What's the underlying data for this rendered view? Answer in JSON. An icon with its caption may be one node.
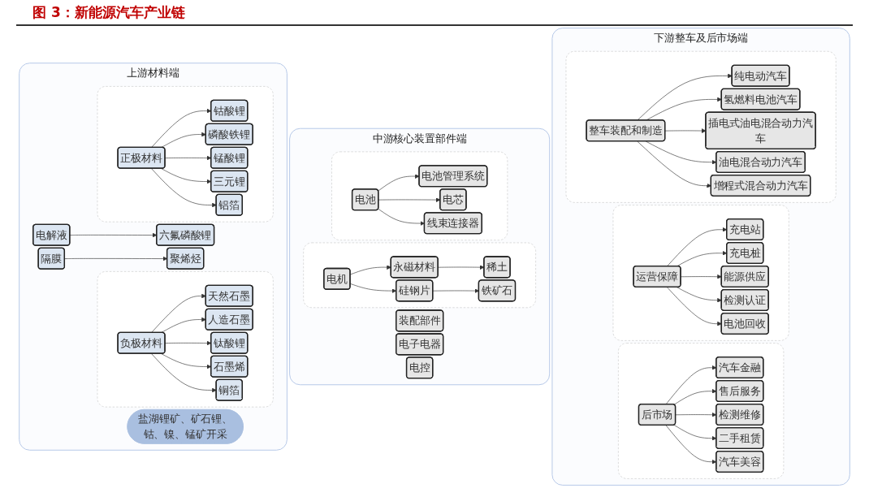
{
  "diagram": {
    "title": "图 3：新能源汽车产业链",
    "nodes": [
      {
        "text": [
          "上游材料端"
        ]
      },
      {
        "text": [
          "盐湖锂矿、矿石锂、钴、镍、锰矿开采"
        ],
        "in": 0
      },
      {
        "text": [],
        "shape": "box",
        "in": 0
      },
      {
        "text": [
          "正极材料"
        ],
        "in": 2
      },
      {
        "text": [
          "钴酸锂"
        ],
        "in": 2
      },
      {
        "text": [
          "磷酸铁锂"
        ],
        "in": 2
      },
      {
        "text": [
          "锰酸锂"
        ],
        "in": 2
      },
      {
        "text": [
          "三元锂"
        ],
        "in": 2
      },
      {
        "text": [
          "铝箔"
        ],
        "in": 2
      },
      {
        "text": [],
        "shape": "box",
        "in": 0
      },
      {
        "text": [
          "负极材料"
        ],
        "in": 9
      },
      {
        "text": [
          "天然石墨"
        ],
        "in": 9
      },
      {
        "text": [
          "人造石墨"
        ],
        "in": 9
      },
      {
        "text": [
          "钛酸锂"
        ],
        "in": 9
      },
      {
        "text": [
          "石墨烯"
        ],
        "in": 9
      },
      {
        "text": [
          "铜箔"
        ],
        "in": 9
      },
      {
        "text": [
          "电解液"
        ],
        "in": 0
      },
      {
        "text": [
          "六氟磷酸锂"
        ],
        "in": 0
      },
      {
        "text": [
          "隔膜"
        ],
        "in": 0
      },
      {
        "text": [
          "聚烯烃"
        ],
        "in": 0
      },
      {
        "text": [
          "中游核心装置部件端"
        ]
      },
      {
        "text": [],
        "shape": "box",
        "in": 20
      },
      {
        "text": [
          "电池"
        ],
        "in": 21
      },
      {
        "text": [
          "电池管理系统"
        ],
        "in": 21
      },
      {
        "text": [
          "电芯"
        ],
        "in": 21
      },
      {
        "text": [
          "线束连接器"
        ],
        "in": 21
      },
      {
        "text": [
          "电控"
        ],
        "in": 20
      },
      {
        "text": [],
        "shape": "box",
        "in": 20
      },
      {
        "text": [
          "电机"
        ],
        "in": 27
      },
      {
        "text": [
          "永磁材料"
        ],
        "in": 27
      },
      {
        "text": [
          "稀土"
        ],
        "in": 27
      },
      {
        "text": [
          "硅钢片"
        ],
        "in": 27
      },
      {
        "text": [
          "铁矿石"
        ],
        "in": 27
      },
      {
        "text": [
          "电子电器"
        ],
        "in": 20
      },
      {
        "text": [
          "装配部件"
        ],
        "in": 20
      },
      {
        "text": [
          "下游整车及后市场端"
        ]
      },
      {
        "text": [],
        "shape": "box",
        "in": 35
      },
      {
        "text": [
          "整车装配和制造"
        ],
        "in": 36
      },
      {
        "text": [
          "纯电动汽车"
        ],
        "in": 36
      },
      {
        "text": [
          "氢燃料电池汽车"
        ],
        "in": 36
      },
      {
        "text": [
          "插电式油电混合动力汽车"
        ],
        "in": 36
      },
      {
        "text": [
          "油电混合动力汽车"
        ],
        "in": 36
      },
      {
        "text": [
          "增程式混合动力汽车"
        ],
        "in": 36
      },
      {
        "text": [],
        "shape": "box",
        "in": 35
      },
      {
        "text": [
          "运营保障"
        ],
        "in": 43
      },
      {
        "text": [
          "充电站"
        ],
        "in": 43
      },
      {
        "text": [
          "充电桩"
        ],
        "in": 43
      },
      {
        "text": [
          "能源供应"
        ],
        "in": 43
      },
      {
        "text": [
          "检测认证"
        ],
        "in": 43
      },
      {
        "text": [
          "电池回收"
        ],
        "in": 43
      },
      {
        "text": [],
        "shape": "box",
        "in": 35
      },
      {
        "text": [
          "后市场"
        ],
        "in": 50
      },
      {
        "text": [
          "汽车金融"
        ],
        "in": 50
      },
      {
        "text": [
          "售后服务"
        ],
        "in": 50
      },
      {
        "text": [
          "检测维修"
        ],
        "in": 50
      },
      {
        "text": [
          "二手租赁"
        ],
        "in": 50
      },
      {
        "text": [
          "汽车美容"
        ],
        "in": 50
      }
    ],
    "edges": [
      {
        "from": 3,
        "to": 4,
        "arrow": "to"
      },
      {
        "from": 3,
        "to": 5,
        "arrow": "to"
      },
      {
        "from": 3,
        "to": 6,
        "arrow": "to"
      },
      {
        "from": 3,
        "to": 7,
        "arrow": "to"
      },
      {
        "from": 3,
        "to": 8,
        "arrow": "to"
      },
      {
        "from": 10,
        "to": 11,
        "arrow": "to"
      },
      {
        "from": 10,
        "to": 12,
        "arrow": "to"
      },
      {
        "from": 10,
        "to": 13,
        "arrow": "to"
      },
      {
        "from": 10,
        "to": 14,
        "arrow": "to"
      },
      {
        "from": 10,
        "to": 15,
        "arrow": "to"
      },
      {
        "from": 16,
        "to": 17,
        "arrow": "to"
      },
      {
        "from": 18,
        "to": 19,
        "arrow": "to"
      },
      {
        "from": 22,
        "to": 23,
        "arrow": "to"
      },
      {
        "from": 22,
        "to": 24,
        "arrow": "to"
      },
      {
        "from": 22,
        "to": 25,
        "arrow": "to"
      },
      {
        "from": 28,
        "to": 29,
        "arrow": "to"
      },
      {
        "from": 29,
        "to": 30,
        "arrow": "to"
      },
      {
        "from": 28,
        "to": 31,
        "arrow": "to"
      },
      {
        "from": 31,
        "to": 32,
        "arrow": "to"
      },
      {
        "from": 37,
        "to": 38,
        "arrow": "to"
      },
      {
        "from": 37,
        "to": 39,
        "arrow": "to"
      },
      {
        "from": 37,
        "to": 40,
        "arrow": "to"
      },
      {
        "from": 37,
        "to": 41,
        "arrow": "to"
      },
      {
        "from": 37,
        "to": 42,
        "arrow": "to"
      },
      {
        "from": 44,
        "to": 45,
        "arrow": "to"
      },
      {
        "from": 44,
        "to": 46,
        "arrow": "to"
      },
      {
        "from": 44,
        "to": 47,
        "arrow": "to"
      },
      {
        "from": 44,
        "to": 48,
        "arrow": "to"
      },
      {
        "from": 44,
        "to": 49,
        "arrow": "to"
      },
      {
        "from": 51,
        "to": 52,
        "arrow": "to"
      },
      {
        "from": 51,
        "to": 53,
        "arrow": "to"
      },
      {
        "from": 51,
        "to": 54,
        "arrow": "to"
      },
      {
        "from": 51,
        "to": 55,
        "arrow": "to"
      },
      {
        "from": 51,
        "to": 56,
        "arrow": "to"
      }
    ]
  }
}
